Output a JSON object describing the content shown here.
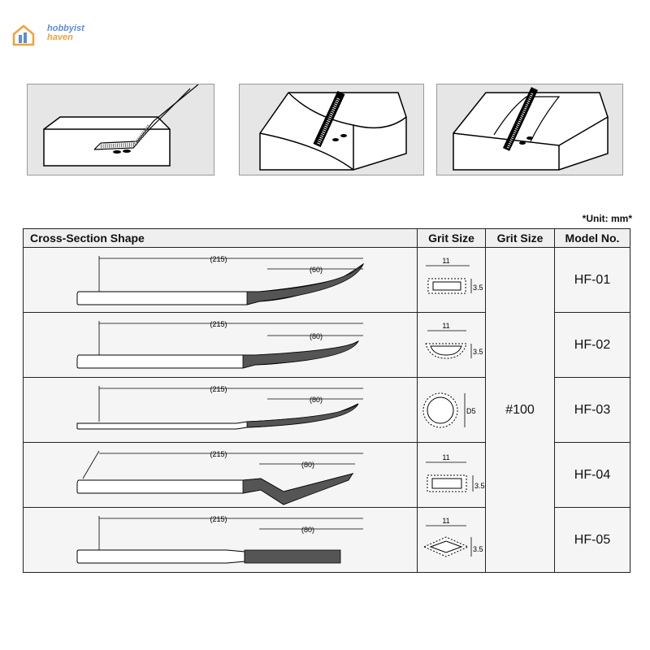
{
  "logo": {
    "line1": "hobbyist",
    "line2": "haven"
  },
  "unit_note": "*Unit: mm*",
  "illustrations": [
    {
      "name": "flat-surface-illustration"
    },
    {
      "name": "concave-surface-illustration"
    },
    {
      "name": "groove-surface-illustration"
    }
  ],
  "table": {
    "headers": [
      "Cross-Section Shape",
      "Grit Size",
      "Grit Size",
      "Model No."
    ],
    "grit_value": "#100",
    "rows": [
      {
        "length": "(215)",
        "file_length": "(60)",
        "width": "11",
        "thickness": "3.5",
        "model": "HF-01"
      },
      {
        "length": "(215)",
        "file_length": "(80)",
        "width": "11",
        "thickness": "3.5",
        "model": "HF-02"
      },
      {
        "length": "(215)",
        "file_length": "(80)",
        "width": "",
        "thickness": "D5",
        "model": "HF-03"
      },
      {
        "length": "(215)",
        "file_length": "(80)",
        "width": "11",
        "thickness": "3.5",
        "model": "HF-04"
      },
      {
        "length": "(215)",
        "file_length": "(80)",
        "width": "11",
        "thickness": "3.5",
        "model": "HF-05"
      }
    ]
  }
}
